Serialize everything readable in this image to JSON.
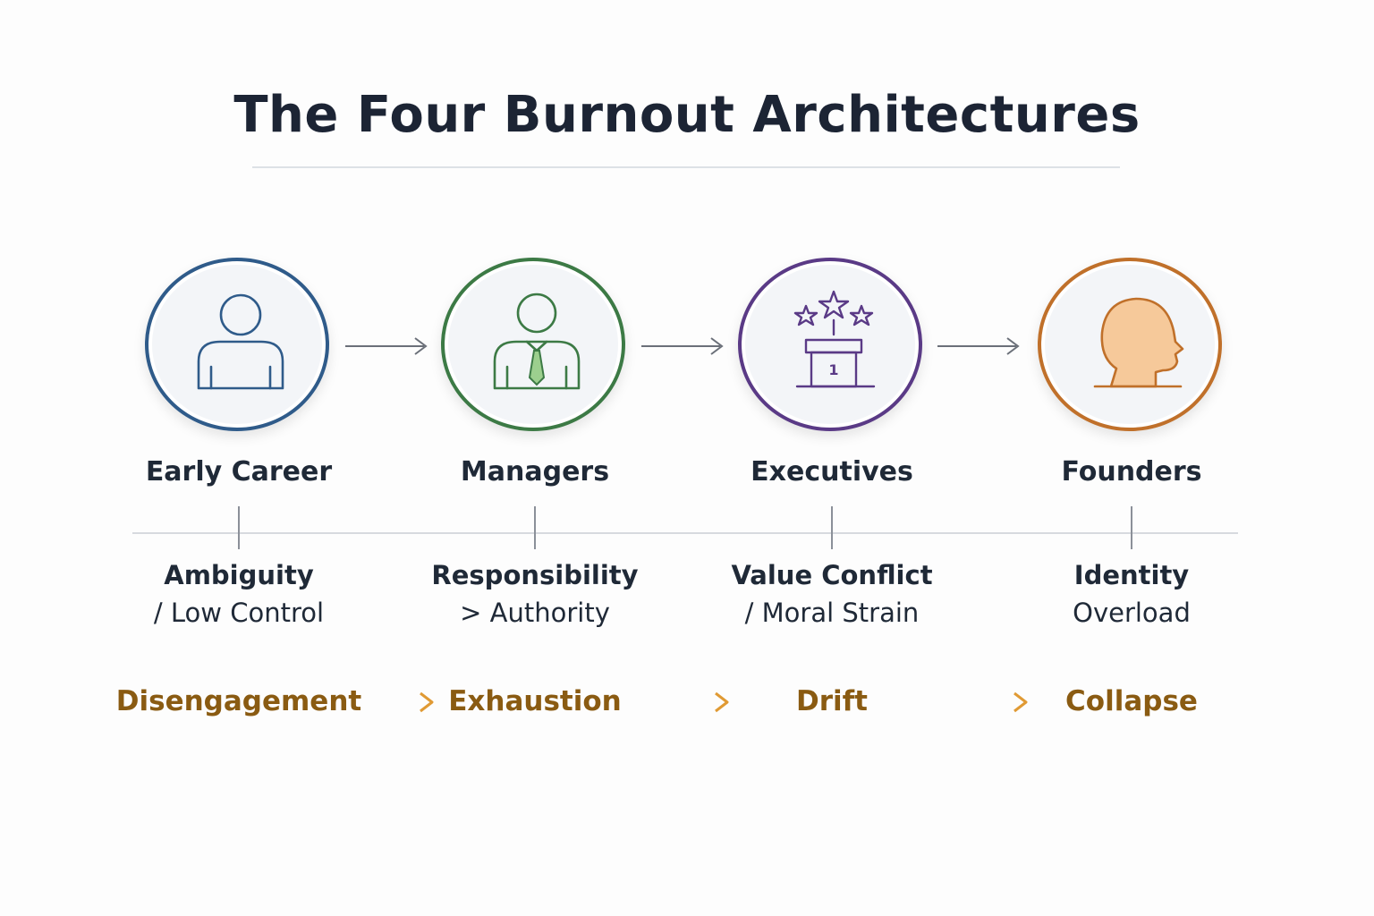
{
  "title": "The Four Burnout Architectures",
  "colors": {
    "early": "#2f5b8a",
    "managers": "#3c7a45",
    "executives": "#5a3a86",
    "founders": "#c0702a",
    "outcome_text": "#8a5b12",
    "outcome_arrow": "#e09a34"
  },
  "stages": [
    {
      "name": "Early Career",
      "icon": "person-icon",
      "cause_line1": "Ambiguity",
      "cause_line2": "/ Low Control",
      "outcome": "Disengagement"
    },
    {
      "name": "Managers",
      "icon": "person-with-tie-icon",
      "cause_line1": "Responsibility",
      "cause_line2": "> Authority",
      "outcome": "Exhaustion"
    },
    {
      "name": "Executives",
      "icon": "podium-stars-icon",
      "podium_number": "1",
      "cause_line1": "Value Conflict",
      "cause_line2": "/ Moral Strain",
      "outcome": "Drift"
    },
    {
      "name": "Founders",
      "icon": "head-profile-icon",
      "cause_line1": "Identity",
      "cause_line2": "Overload",
      "outcome": "Collapse"
    }
  ]
}
